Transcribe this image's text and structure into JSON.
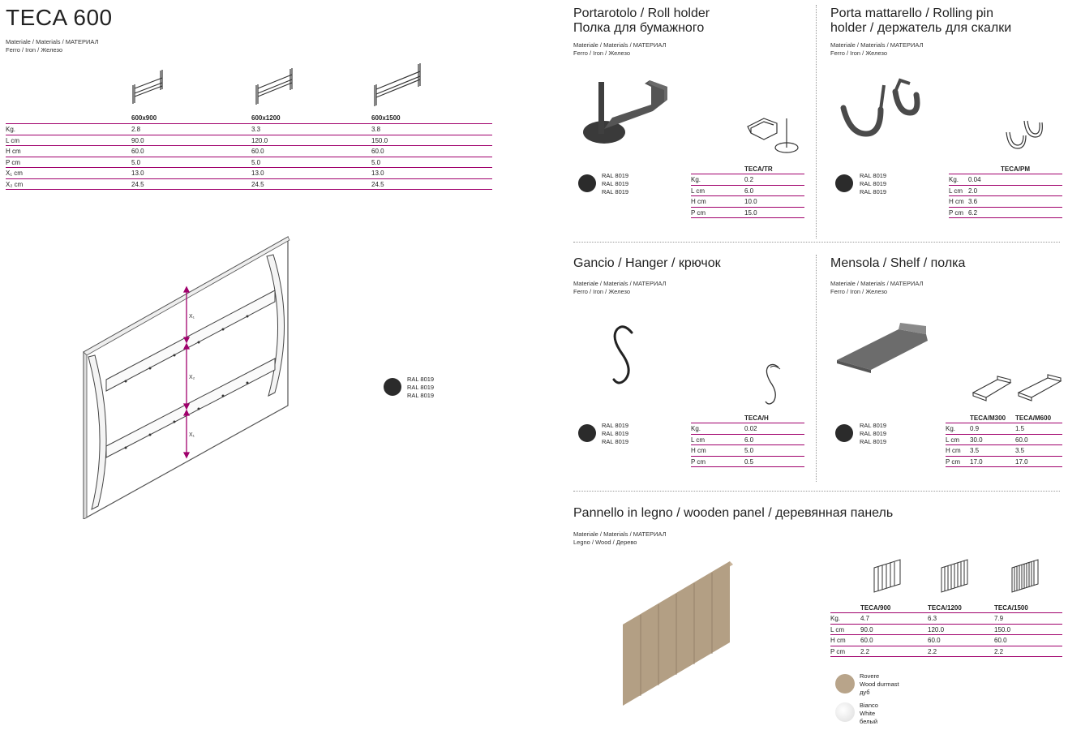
{
  "main": {
    "title": "TECA 600",
    "material_label": "Materiale / Materials / МАТЕРИАЛ",
    "material_value": "Ferro / Iron / Железо",
    "columns": [
      "600x900",
      "600x1200",
      "600x1500"
    ],
    "rows": [
      {
        "label": "Kg.",
        "values": [
          "2.8",
          "3.3",
          "3.8"
        ]
      },
      {
        "label": "L cm",
        "values": [
          "90.0",
          "120.0",
          "150.0"
        ]
      },
      {
        "label": "H cm",
        "values": [
          "60.0",
          "60.0",
          "60.0"
        ]
      },
      {
        "label": "P cm",
        "values": [
          "5.0",
          "5.0",
          "5.0"
        ]
      },
      {
        "label": "X₁ cm",
        "values": [
          "13.0",
          "13.0",
          "13.0"
        ]
      },
      {
        "label": "X₂ cm",
        "values": [
          "24.5",
          "24.5",
          "24.5"
        ]
      }
    ],
    "diagram_labels": {
      "x1": "X₁",
      "x2": "X₂"
    },
    "ral": [
      "RAL 8019",
      "RAL 8019",
      "RAL 8019"
    ]
  },
  "roll": {
    "title1": "Portarotolo / Roll holder",
    "title2": "Полка для бумажного",
    "material_label": "Materiale / Materials / МАТЕРИАЛ",
    "material_value": "Ferro / Iron / Железо",
    "code": "TECA/TR",
    "rows": [
      {
        "label": "Kg.",
        "value": "0.2"
      },
      {
        "label": "L cm",
        "value": "6.0"
      },
      {
        "label": "H cm",
        "value": "10.0"
      },
      {
        "label": "P cm",
        "value": "15.0"
      }
    ],
    "ral": [
      "RAL 8019",
      "RAL 8019",
      "RAL 8019"
    ]
  },
  "rolling": {
    "title1": "Porta mattarello / Rolling pin",
    "title2": "holder  / держатель для скалки",
    "material_label": "Materiale / Materials / МАТЕРИАЛ",
    "material_value": "Ferro / Iron / Железо",
    "code": "TECA/PM",
    "rows": [
      {
        "label": "Kg.",
        "value": "0.04"
      },
      {
        "label": "L cm",
        "value": "2.0"
      },
      {
        "label": "H cm",
        "value": "3.6"
      },
      {
        "label": "P cm",
        "value": "6.2"
      }
    ],
    "ral": [
      "RAL 8019",
      "RAL 8019",
      "RAL 8019"
    ]
  },
  "hanger": {
    "title": "Gancio / Hanger / крючок",
    "material_label": "Materiale / Materials / МАТЕРИАЛ",
    "material_value": "Ferro / Iron / Железо",
    "code": "TECA/H",
    "rows": [
      {
        "label": "Kg.",
        "value": "0.02"
      },
      {
        "label": "L cm",
        "value": "6.0"
      },
      {
        "label": "H cm",
        "value": "5.0"
      },
      {
        "label": "P cm",
        "value": "0.5"
      }
    ],
    "ral": [
      "RAL 8019",
      "RAL 8019",
      "RAL 8019"
    ]
  },
  "shelf": {
    "title": "Mensola / Shelf / полка",
    "material_label": "Materiale / Materials / МАТЕРИАЛ",
    "material_value": "Ferro / Iron / Железо",
    "codes": [
      "TECA/M300",
      "TECA/M600"
    ],
    "rows": [
      {
        "label": "Kg.",
        "values": [
          "0.9",
          "1.5"
        ]
      },
      {
        "label": "L cm",
        "values": [
          "30.0",
          "60.0"
        ]
      },
      {
        "label": "H cm",
        "values": [
          "3.5",
          "3.5"
        ]
      },
      {
        "label": "P cm",
        "values": [
          "17.0",
          "17.0"
        ]
      }
    ],
    "ral": [
      "RAL 8019",
      "RAL 8019",
      "RAL 8019"
    ]
  },
  "panel": {
    "title": "Pannello in legno / wooden panel / деревянная панель",
    "material_label": "Materiale / Materials / МАТЕРИАЛ",
    "material_value": "Legno / Wood / Дерево",
    "codes": [
      "TECA/900",
      "TECA/1200",
      "TECA/1500"
    ],
    "rows": [
      {
        "label": "Kg.",
        "values": [
          "4.7",
          "6.3",
          "7.9"
        ]
      },
      {
        "label": "L cm",
        "values": [
          "90.0",
          "120.0",
          "150.0"
        ]
      },
      {
        "label": "H cm",
        "values": [
          "60.0",
          "60.0",
          "60.0"
        ]
      },
      {
        "label": "P cm",
        "values": [
          "2.2",
          "2.2",
          "2.2"
        ]
      }
    ],
    "finishes": [
      {
        "lines": [
          "Rovere",
          "Wood durmast",
          "дуб"
        ],
        "color": "#b8a48a"
      },
      {
        "lines": [
          "Bianco",
          "White",
          "белый"
        ],
        "color": "#f0f0f0"
      }
    ]
  },
  "colors": {
    "accent": "#a0006c",
    "ral_swatch": "#2b2b2b"
  }
}
